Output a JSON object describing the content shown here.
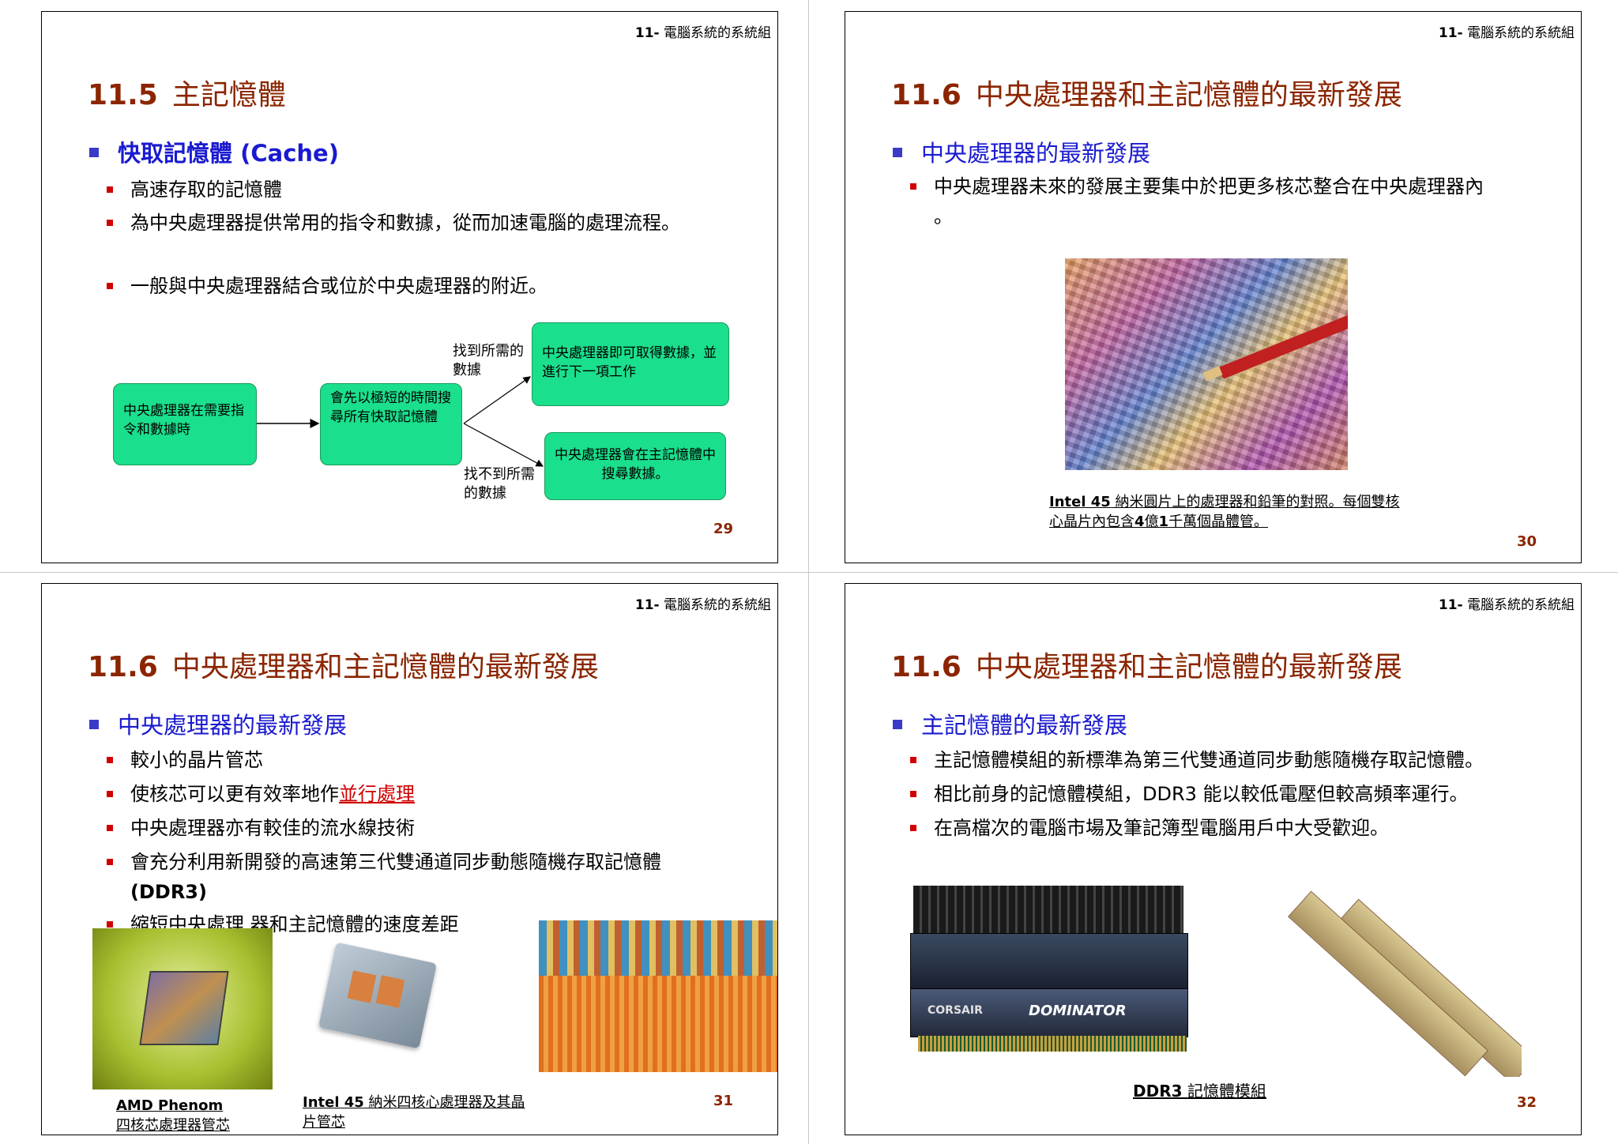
{
  "slides": [
    {
      "header_bold": "11-",
      "header_text": "電腦系統的系統組",
      "title_num": "11.5",
      "title_text": "主記憶體",
      "bullet": "快取記憶體 (Cache)",
      "items": [
        "高速存取的記憶體",
        "為中央處理器提供常用的指令和數據，從而加速電腦的處理流程。",
        "一般與中央處理器結合或位於中央處理器的附近。"
      ],
      "flow": {
        "box1": "中央處理器在需要指令和數據時",
        "box2": "會先以極短的時間搜尋所有快取記憶體",
        "box3": "中央處理器即可取得數據，並進行下一項工作",
        "box4": "中央處理器會在主記憶體中搜尋數據。",
        "label_found": "找到所需的數據",
        "label_notfound": "找不到所需的數據"
      },
      "page": "29"
    },
    {
      "header_bold": "11-",
      "header_text": "電腦系統的系統組",
      "title_num": "11.6",
      "title_text": "中央處理器和主記憶體的最新發展",
      "bullet": "中央處理器的最新發展",
      "items": [
        "中央處理器未來的發展主要集中於把更多核芯整合在中央處理器內 。"
      ],
      "caption_bold": "Intel 45",
      "caption_text": "納米圓片上的處理器和鉛筆的對照。每個雙核心晶片內包含",
      "caption_b2": "4",
      "caption_t2": "億",
      "caption_b3": "1",
      "caption_t3": "千萬個晶體管。",
      "page": "30"
    },
    {
      "header_bold": "11-",
      "header_text": "電腦系統的系統組",
      "title_num": "11.6",
      "title_text": "中央處理器和主記憶體的最新發展",
      "bullet": "中央處理器的最新發展",
      "items": [
        "較小的晶片管芯",
        "使核芯可以更有效率地作",
        "中央處理器亦有較佳的流水線技術",
        "會充分利用新開發的高速第三代雙通道同步動態隨機存取記憶體",
        "縮短中央處理 器和主記憶體的速度差距"
      ],
      "item2_link": "並行處理",
      "item4_bold": "(DDR3)",
      "cap1_bold": "AMD Phenom",
      "cap1_text": "四核芯處理器管芯",
      "cap2_bold": "Intel 45",
      "cap2_text": "納米四核心處理器及其晶片管芯",
      "page": "31"
    },
    {
      "header_bold": "11-",
      "header_text": "電腦系統的系統組",
      "title_num": "11.6",
      "title_text": "中央處理器和主記憶體的最新發展",
      "bullet": "主記憶體的最新發展",
      "items": [
        "主記憶體模組的新標準為第三代雙通道同步動態隨機存取記憶體。",
        "相比前身的記憶體模組，DDR3 能以較低電壓但較高頻率運行。",
        "在高檔次的電腦市場及筆記簿型電腦用戶中大受歡迎。"
      ],
      "ram_label1": "CORSAIR",
      "ram_label2": "DOMINATOR",
      "caption_bold": "DDR3",
      "caption_text": "記憶體模組",
      "page": "32"
    }
  ]
}
